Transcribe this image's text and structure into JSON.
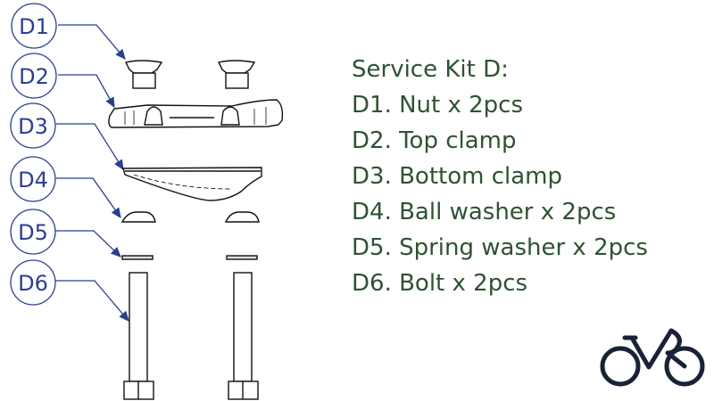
{
  "callouts": [
    "D1",
    "D2",
    "D3",
    "D4",
    "D5",
    "D6"
  ],
  "kit": {
    "title": "Service Kit D:",
    "items": [
      "D1. Nut x 2pcs",
      "D2. Top clamp",
      "D3. Bottom clamp",
      "D4. Ball washer x 2pcs",
      "D5. Spring washer x 2pcs",
      "D6. Bolt x 2pcs"
    ]
  },
  "colors": {
    "callout": "#2b3f8f",
    "text": "#2f5232",
    "logo": "#1a2236"
  },
  "logo_icon": "bicycle-logo-icon"
}
